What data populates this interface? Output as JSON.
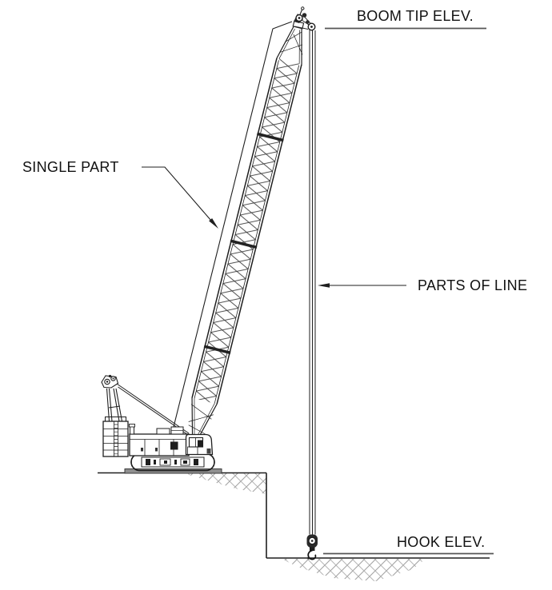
{
  "labels": {
    "boom_tip_elevation": "BOOM TIP ELEV.",
    "single_part": "SINGLE PART",
    "parts_of_line": "PARTS OF LINE",
    "hook_elevation": "HOOK ELEV."
  },
  "colors": {
    "ink": "#1f1f1f",
    "datum_line": "#555555",
    "hatch": "#a3a3a3",
    "mat_fill": "#8f8f8f",
    "label_text": "#111111",
    "background": "#ffffff"
  }
}
